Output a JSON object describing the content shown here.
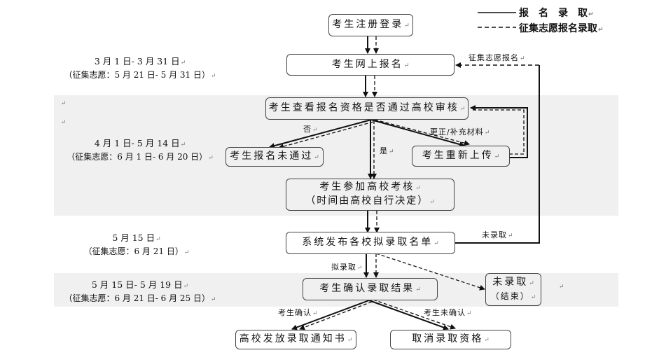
{
  "legend": {
    "solid_label": "报　名　录　取",
    "dashed_label": "征集志愿报名录取"
  },
  "para_mark": "↵",
  "nodes": {
    "register": "考生注册登录",
    "apply_online": "考生网上报名",
    "check_review": "考生查看报名资格是否通过高校审核",
    "not_passed": "考生报名未通过",
    "reupload": "考生重新上传",
    "exam_line1": "考生参加高校考核",
    "exam_line2": "（时间由高校自行决定）",
    "publish_list": "系统发布各校拟录取名单",
    "confirm_result": "考生确认录取结果",
    "not_admitted_line1": "未录取",
    "not_admitted_line2": "（结束）",
    "issue_notice": "高校发放录取通知书",
    "cancel_qualification": "取消录取资格"
  },
  "edge_labels": {
    "no": "否",
    "yes": "是",
    "correct_supplement": "更正/补充材料",
    "supplementary_apply": "征集志愿报名",
    "not_admitted": "未录取",
    "proposed_admit": "拟录取",
    "student_confirm": "考生确认",
    "student_not_confirm": "考生未确认"
  },
  "dates": [
    {
      "main": "3 月 1 日- 3 月 31 日",
      "sub": "（征集志愿：5 月 21 日- 5 月 31 日）"
    },
    {
      "main": "4 月 1 日- 5 月 14 日",
      "sub": "（征集志愿：6 月 1 日- 6 月 20 日）"
    },
    {
      "main": "5 月 15 日",
      "sub": "（征集志愿：6 月 21 日）"
    },
    {
      "main": "5 月 15 日- 5 月 19 日",
      "sub": "（征集志愿：6 月 21 日- 6 月 25 日）"
    }
  ]
}
